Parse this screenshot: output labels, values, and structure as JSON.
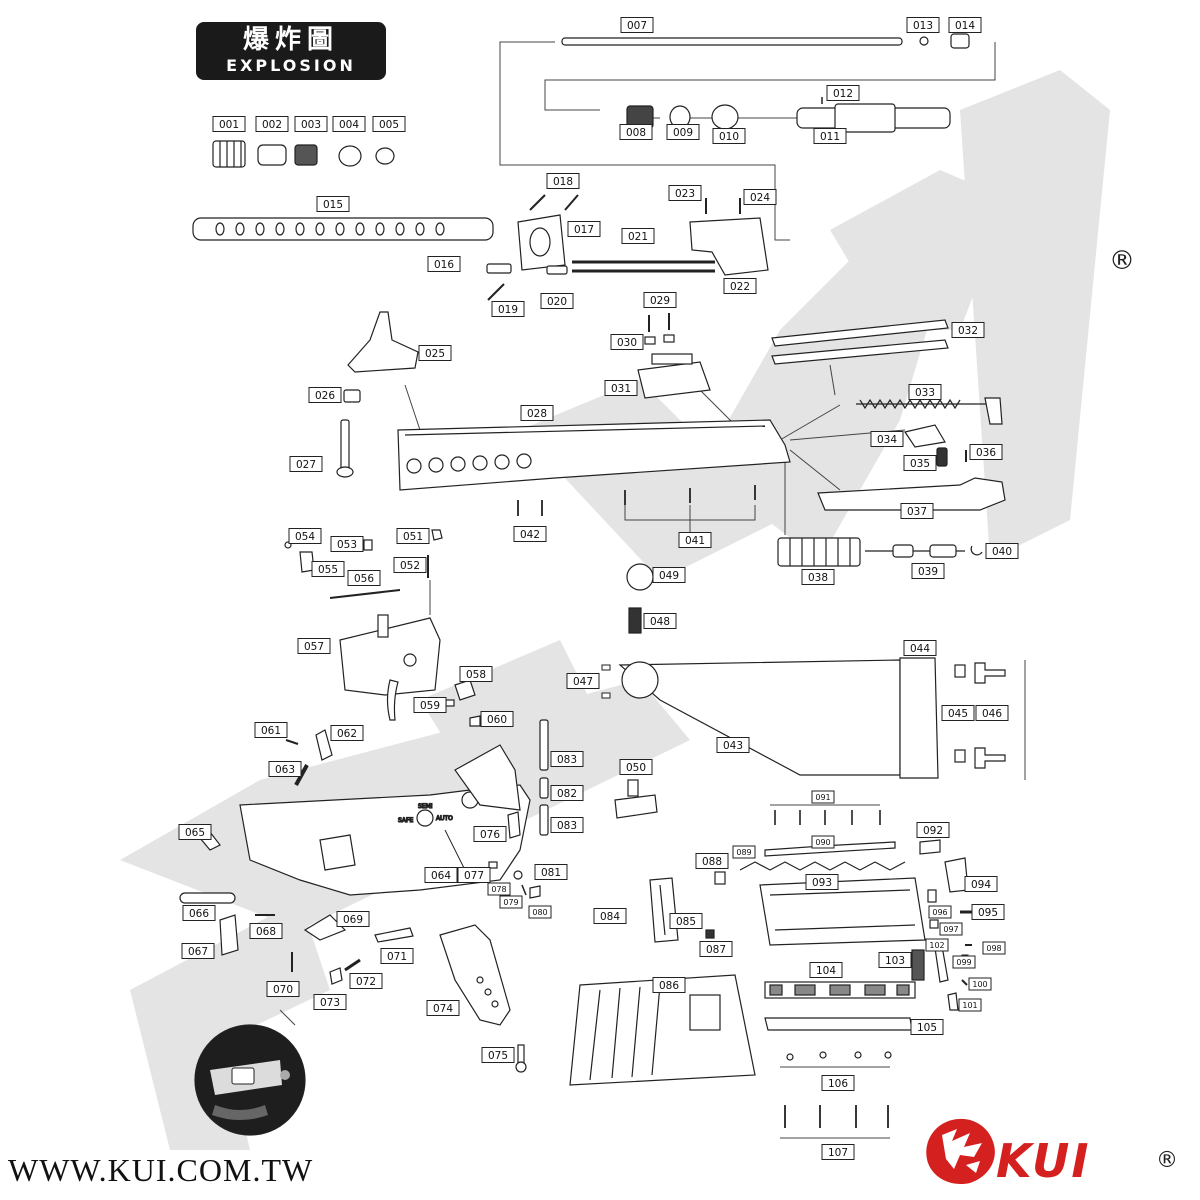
{
  "header": {
    "title_zh": "爆炸圖",
    "title_en": "EXPLOSION"
  },
  "footer": {
    "website": "WWW.KUI.COM.TW",
    "brand": "KUI",
    "registered_mark": "®"
  },
  "page_registered_mark": "®",
  "selector_markings": {
    "safe": "SAFE",
    "semi": "SEMI",
    "auto": "AUTO"
  },
  "colors": {
    "watermark": "#e4e4e4",
    "line": "#222222",
    "brand_red": "#d4201f",
    "badge": "#1a1a1a"
  },
  "icons": [
    "lion-head-logo"
  ],
  "parts": [
    "001",
    "002",
    "003",
    "004",
    "005",
    "007",
    "008",
    "009",
    "010",
    "011",
    "012",
    "013",
    "014",
    "015",
    "016",
    "017",
    "018",
    "019",
    "020",
    "021",
    "022",
    "023",
    "024",
    "025",
    "026",
    "027",
    "028",
    "029",
    "030",
    "031",
    "032",
    "033",
    "034",
    "035",
    "036",
    "037",
    "038",
    "039",
    "040",
    "041",
    "042",
    "043",
    "044",
    "045",
    "046",
    "047",
    "048",
    "049",
    "050",
    "051",
    "052",
    "053",
    "054",
    "055",
    "056",
    "057",
    "058",
    "059",
    "060",
    "061",
    "062",
    "063",
    "064",
    "065",
    "066",
    "067",
    "068",
    "069",
    "070",
    "071",
    "072",
    "073",
    "074",
    "075",
    "076",
    "077",
    "078",
    "079",
    "080",
    "081",
    "082",
    "083",
    "084",
    "085",
    "086",
    "087",
    "088",
    "089",
    "090",
    "091",
    "092",
    "093",
    "094",
    "095",
    "096",
    "097",
    "098",
    "099",
    "100",
    "101",
    "102",
    "103",
    "104",
    "105",
    "106",
    "107"
  ]
}
